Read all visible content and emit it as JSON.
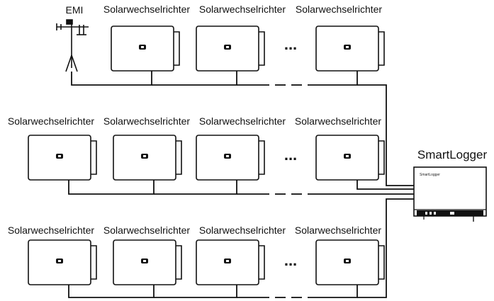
{
  "labels": {
    "emi": "EMI",
    "inverter": "Solarwechselrichter",
    "smartlogger": "SmartLogger",
    "smartlogger_panel_text": "SmartLogger",
    "ellipsis": "..."
  },
  "colors": {
    "line": "#111111",
    "background": "#ffffff"
  },
  "icons": [
    "weather-station-icon",
    "inverter-icon",
    "smartlogger-icon"
  ]
}
